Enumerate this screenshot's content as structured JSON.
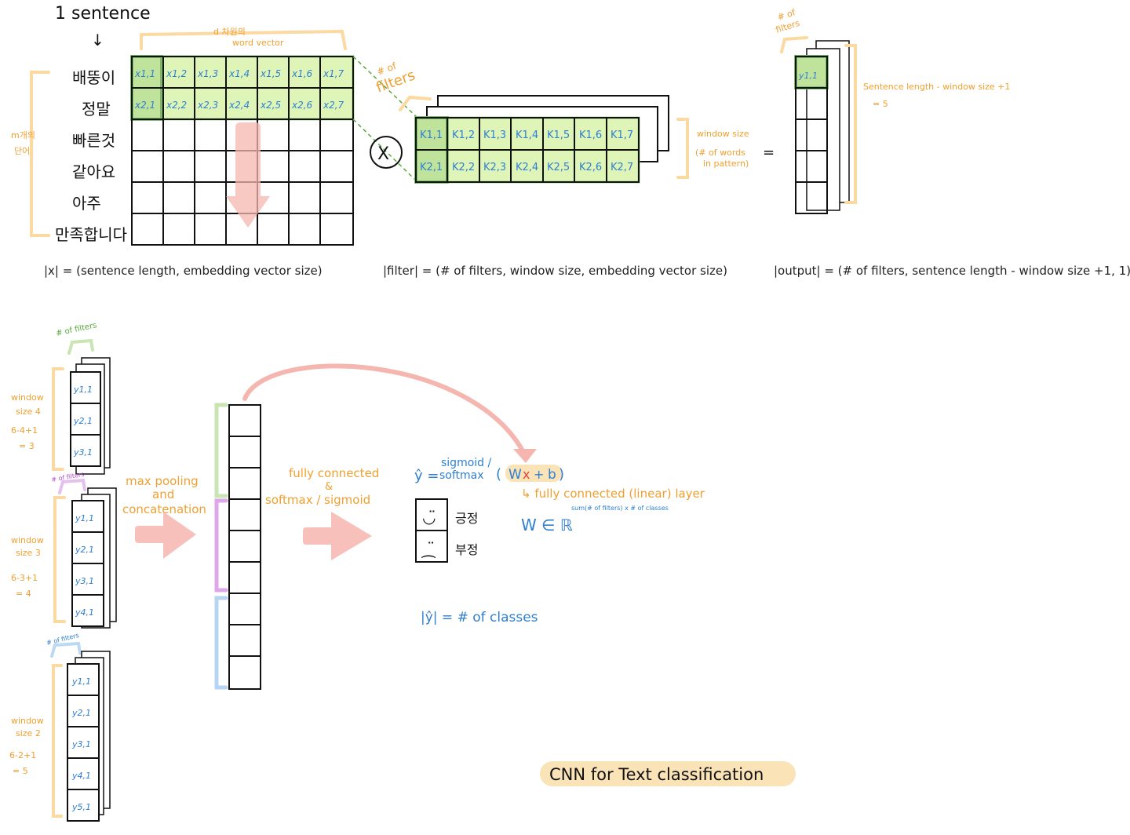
{
  "top": {
    "sentence_label": "1 sentence",
    "down_arrow": "↓",
    "word_vector_label": [
      "d 차원의",
      "word vector"
    ],
    "m_words_label": [
      "m개의",
      "단어"
    ],
    "words": [
      "배뚱이",
      "정말",
      "빠른것",
      "같아요",
      "아주",
      "만족합니다"
    ],
    "x_cells_row1": [
      "x1,1",
      "x1,2",
      "x1,3",
      "x1,4",
      "x1,5",
      "x1,6",
      "x1,7"
    ],
    "x_cells_row2": [
      "x2,1",
      "x2,2",
      "x2,3",
      "x2,4",
      "x2,5",
      "x2,6",
      "x2,7"
    ],
    "filters_label": [
      "# of",
      "filters"
    ],
    "times_symbol": "X",
    "k_cells_row1": [
      "K1,1",
      "K1,2",
      "K1,3",
      "K1,4",
      "K1,5",
      "K1,6",
      "K1,7"
    ],
    "k_cells_row2": [
      "K2,1",
      "K2,2",
      "K2,3",
      "K2,4",
      "K2,5",
      "K2,6",
      "K2,7"
    ],
    "window_size_label": [
      "window size",
      "(# of words",
      "in pattern)"
    ],
    "equals": "=",
    "output_filters_label": [
      "# of",
      "filters"
    ],
    "output_cell": "y1,1",
    "output_len_label": "Sentence length - window size +1",
    "output_len_value": "= 5",
    "x_shape": "|x| = (sentence length, embedding vector size)",
    "filter_shape": "|filter| = (# of filters, window size, embedding vector size)",
    "output_shape": "|output| = (# of filters, sentence length - window size +1, 1)"
  },
  "bottom": {
    "groups": [
      {
        "filters_label": "# of filters",
        "window_label": [
          "window",
          "size 4"
        ],
        "calc": [
          "6-4+1",
          "= 3"
        ],
        "cells": [
          "y1,1",
          "y2,1",
          "y3,1"
        ],
        "color": "#a9d38f"
      },
      {
        "filters_label": "# of filters",
        "window_label": [
          "window",
          "size 3"
        ],
        "calc": [
          "6-3+1",
          "= 4"
        ],
        "cells": [
          "y1,1",
          "y2,1",
          "y3,1",
          "y4,1"
        ],
        "color": "#d89be6"
      },
      {
        "filters_label": "# of filters",
        "window_label": [
          "window",
          "size 2"
        ],
        "calc": [
          "6-2+1",
          "= 5"
        ],
        "cells": [
          "y1,1",
          "y2,1",
          "y3,1",
          "y4,1",
          "y5,1"
        ],
        "color": "#9cc6ee"
      }
    ],
    "max_pool_label": [
      "max pooling",
      "and",
      "concatenation"
    ],
    "fc_label": [
      "fully connected",
      "&",
      "softmax / sigmoid"
    ],
    "yhat_label": "ŷ =",
    "sigmoid_softmax": [
      "sigmoid /",
      "softmax"
    ],
    "wxb": [
      "(",
      "W",
      "x",
      "+",
      "b",
      ")"
    ],
    "fc_layer_note": "↳ fully connected (linear) layer",
    "w_in_r": "W ∈ ℝ",
    "w_superscript": "sum(# of filters) x # of classes",
    "smile": "◡̈",
    "frown": "⁔̈",
    "positive": "긍정",
    "negative": "부정",
    "yhat_size": "|ŷ| = # of classes",
    "title": "CNN for Text classification"
  },
  "colors": {
    "orange": "#f0a030",
    "blue": "#2f7fd0",
    "green_fill": "#dff5b8",
    "green_dark": "#7fb86a",
    "pink_arrow": "#f6b6b0",
    "title_bg": "#fbe3b8"
  }
}
